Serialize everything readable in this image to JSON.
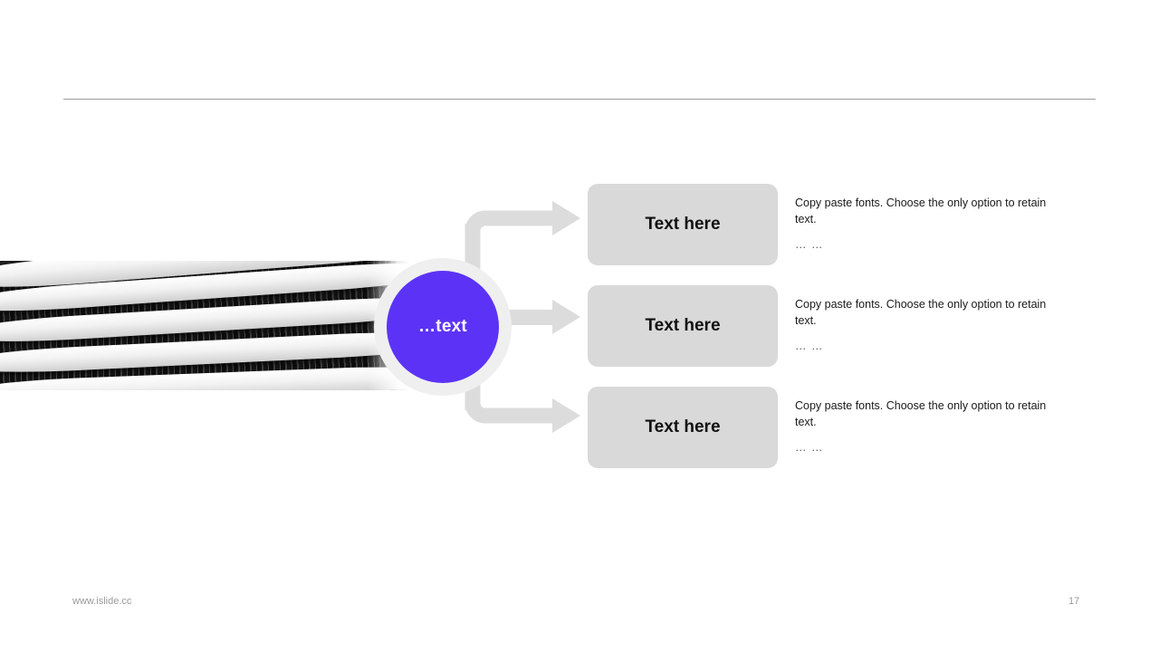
{
  "slide": {
    "footer_url": "www.islide.cc",
    "page_number": "17",
    "divider": "horizontal-rule"
  },
  "colors": {
    "accent_purple": "#5C33F6",
    "chip_gray": "#D9D9D9",
    "connector_gray": "#DCDCDC",
    "ring_white": "#EFEFEF",
    "divider_gray": "#9B9B9B",
    "footer_text": "#9A9A9A"
  },
  "hub": {
    "label": "…text"
  },
  "media": {
    "photo_alt": "black-and-white photo of a curved modern building facade"
  },
  "rows": [
    {
      "chip_label": "Text here",
      "description": "Copy paste fonts. Choose the only option to retain text.",
      "dots": "… …"
    },
    {
      "chip_label": "Text here",
      "description": "Copy paste fonts. Choose the only option to retain text.",
      "dots": "… …"
    },
    {
      "chip_label": "Text here",
      "description": "Copy paste fonts. Choose the only option to retain text.",
      "dots": "… …"
    }
  ]
}
